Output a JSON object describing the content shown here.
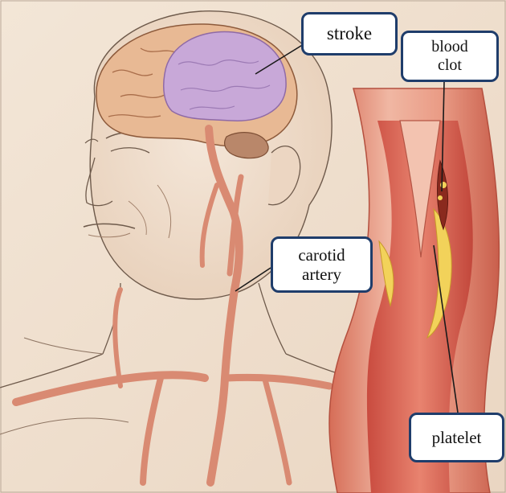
{
  "labels": {
    "stroke": "stroke",
    "blood_clot": [
      "blood",
      "clot"
    ],
    "carotid_artery": [
      "carotid",
      "artery"
    ],
    "platelet": "platelet"
  },
  "colors": {
    "background": "#f1e3d3",
    "brain": "#e3b48f",
    "stroke_region": "#c8a8d8",
    "artery": "#d98a72",
    "artery_wall": "#e59d84",
    "plaque": "#f2d25a",
    "clot": "#8a2a1e",
    "callout_border": "#1f3d6b",
    "leader_line": "#1a1a1a"
  }
}
